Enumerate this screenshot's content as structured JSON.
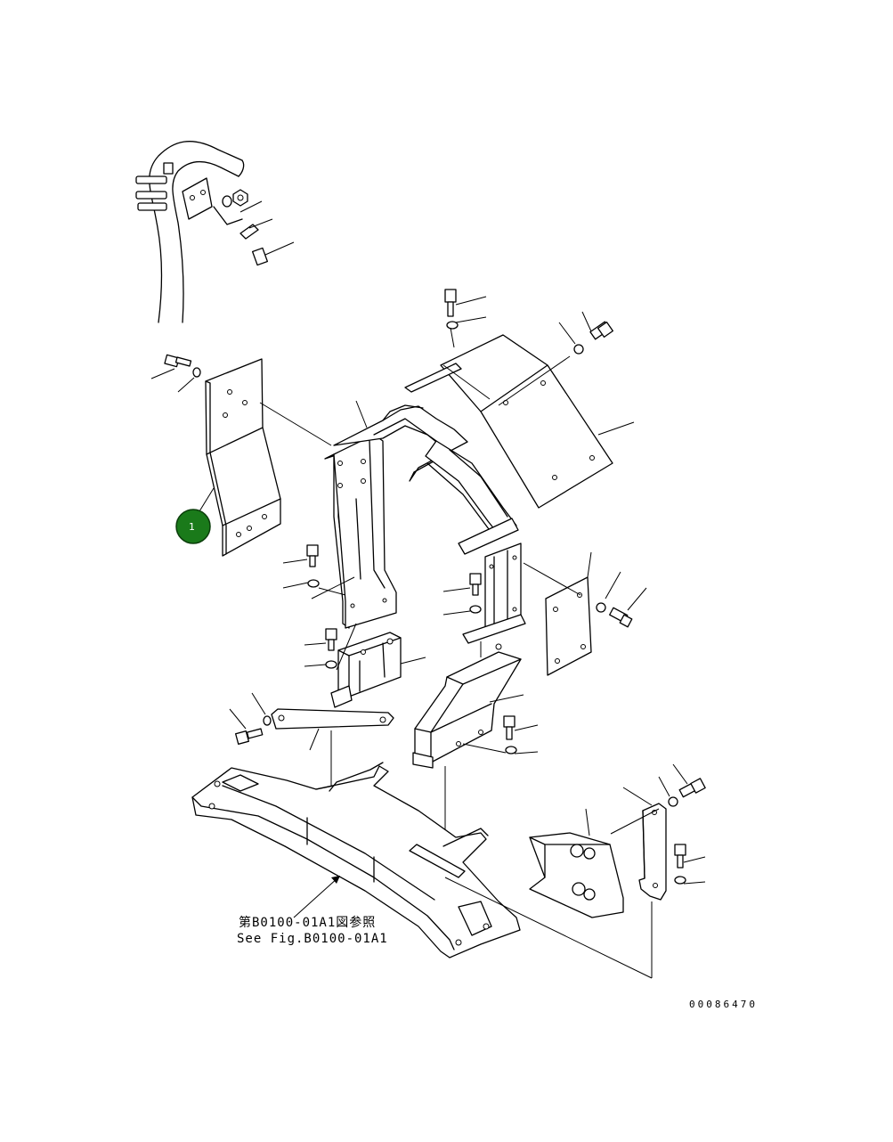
{
  "figure": {
    "reference_jp": "第B0100-01A1図参照",
    "reference_en": "See Fig.B0100-01A1",
    "drawing_number": "00086470"
  },
  "callout": {
    "number": "1",
    "color": "#1a7a1a"
  }
}
